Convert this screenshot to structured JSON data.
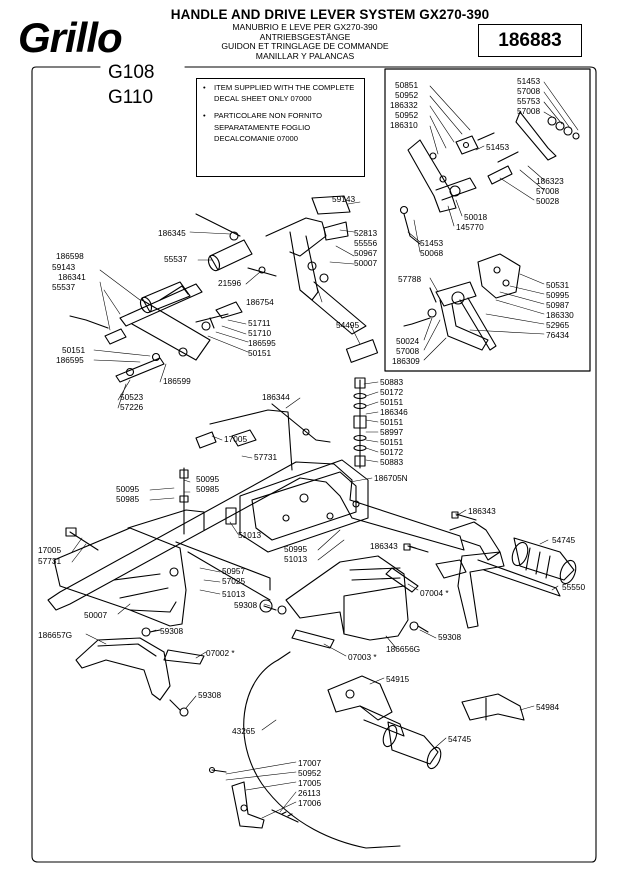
{
  "header": {
    "brand": "Grillo",
    "title": "HANDLE AND DRIVE LEVER SYSTEM GX270-390",
    "subtitles": [
      "MANUBRIO E LEVE PER GX270-390",
      "ANTRIEBSGESTÄNGE",
      "GUIDON ET TRINGLAGE DE COMMANDE",
      "MANILLAR Y PALANCAS"
    ],
    "part_number": "186883"
  },
  "models": [
    "G108",
    "G110"
  ],
  "note": {
    "en": "ITEM SUPPLIED WITH THE COMPLETE DECAL SHEET ONLY 07000",
    "it": "PARTICOLARE NON FORNITO SEPARATAMENTE FOGLIO DECALCOMANIE 07000"
  },
  "callouts": {
    "inset": [
      "50851",
      "50952",
      "186332",
      "50952",
      "186310",
      "51453",
      "51453",
      "57008",
      "55753",
      "57008",
      "186323",
      "57008",
      "50028",
      "50018",
      "145770",
      "51453",
      "50068",
      "57788",
      "50531",
      "50995",
      "50987",
      "186330",
      "52965",
      "76434",
      "50024",
      "57008",
      "186309"
    ],
    "main_left": [
      "186345",
      "55537",
      "186598",
      "59143",
      "186341",
      "55537",
      "50151",
      "186595",
      "50523",
      "57226",
      "186599",
      "21596",
      "186754",
      "59143",
      "52813",
      "55556",
      "50967",
      "50007",
      "54495",
      "51711",
      "51710",
      "186595",
      "50151"
    ],
    "main_center": [
      "186344",
      "17005",
      "57731",
      "50095",
      "50985",
      "50095",
      "50985",
      "51013",
      "50995",
      "51013",
      "50883",
      "50172",
      "50151",
      "186346",
      "50151",
      "58997",
      "50151",
      "50172",
      "50883",
      "186705N",
      "186343",
      "186343",
      "54745",
      "55550",
      "07004 *"
    ],
    "main_lower": [
      "17005",
      "57731",
      "50957",
      "57025",
      "51013",
      "50007",
      "59308",
      "186657G",
      "59308",
      "07002 *",
      "59308",
      "186656G",
      "59308",
      "07003 *",
      "54915",
      "54984",
      "43265",
      "54745",
      "17007",
      "50952",
      "17005",
      "26113",
      "17006"
    ]
  }
}
